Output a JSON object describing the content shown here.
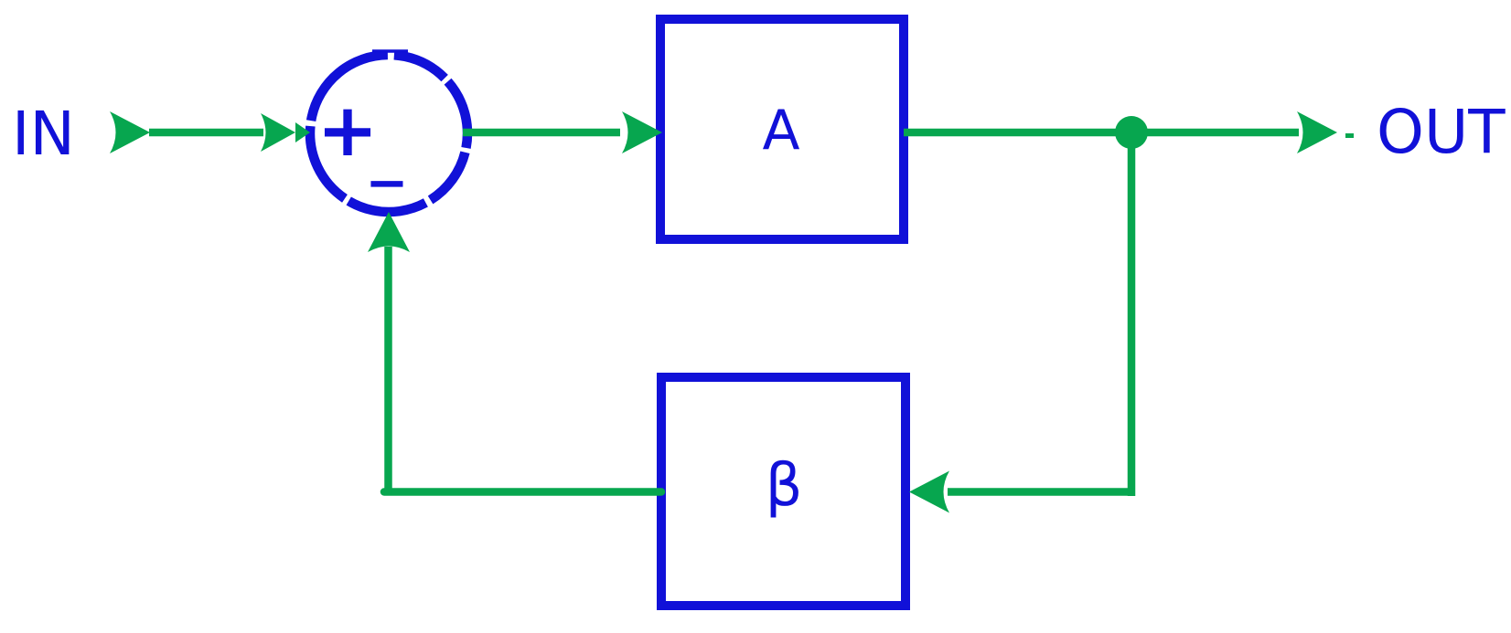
{
  "diagram": {
    "kind": "negative-feedback-block-diagram",
    "labels": {
      "input": "IN",
      "output": "OUT",
      "forward_block": "A",
      "feedback_block": "β",
      "sum_positive": "+",
      "sum_negative": "−"
    },
    "colors": {
      "wire_green": "#07a64f",
      "element_blue": "#1111d8",
      "background": "#ffffff"
    },
    "structure": {
      "summing_junction": {
        "shape": "circle",
        "inputs": [
          {
            "sign": "+",
            "from": "IN"
          },
          {
            "sign": "−",
            "from": "feedback_block"
          }
        ],
        "output_to": "forward_block"
      },
      "forward_path": "IN → summing junction → A → OUT",
      "feedback_path": "output node → β → summing junction (−)",
      "branch_node": "dot on output wire feeding feedback path"
    }
  }
}
